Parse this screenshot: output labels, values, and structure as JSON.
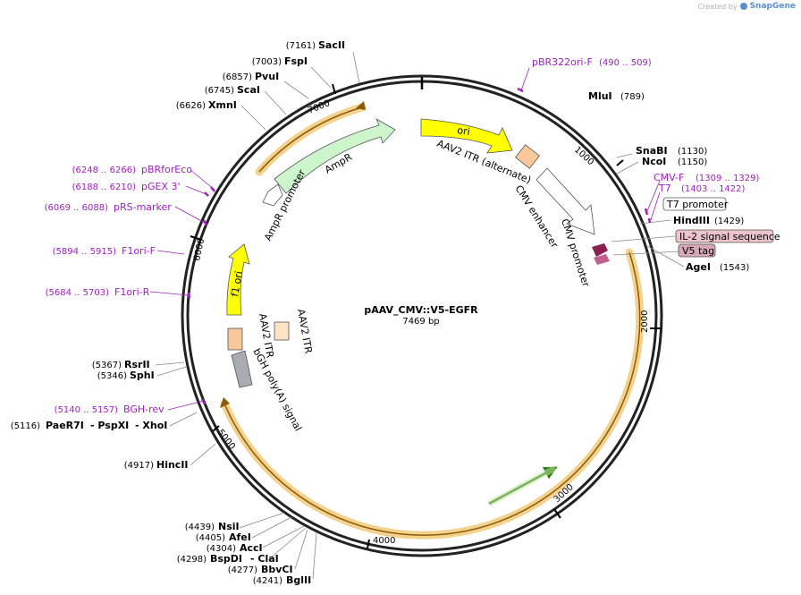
{
  "credit": {
    "created_by": "Created by",
    "brand": "SnapGene"
  },
  "plasmid": {
    "name": "pAAV_CMV::V5-EGFR",
    "size": "7469 bp"
  },
  "ticks": [
    "1000",
    "2000",
    "3000",
    "4000",
    "5000",
    "6000",
    "7000"
  ],
  "sites": [
    {
      "name": "SacII",
      "coord": "(7161)"
    },
    {
      "name": "FspI",
      "coord": "(7003)"
    },
    {
      "name": "PvuI",
      "coord": "(6857)"
    },
    {
      "name": "ScaI",
      "coord": "(6745)"
    },
    {
      "name": "XmnI",
      "coord": "(6626)"
    },
    {
      "name": "MluI",
      "coord": "(789)"
    },
    {
      "name": "SnaBI",
      "coord": "(1130)"
    },
    {
      "name": "NcoI",
      "coord": "(1150)"
    },
    {
      "name": "HindIII",
      "coord": "(1429)"
    },
    {
      "name": "AgeI",
      "coord": "(1543)"
    },
    {
      "name": "RsrII",
      "coord": "(5367)"
    },
    {
      "name": "SphI",
      "coord": "(5346)"
    },
    {
      "name": "PaeR7I",
      "coord": "(5116)",
      "extra": [
        "PspXI",
        "XhoI"
      ]
    },
    {
      "name": "HincII",
      "coord": "(4917)"
    },
    {
      "name": "NsiI",
      "coord": "(4439)"
    },
    {
      "name": "AfeI",
      "coord": "(4405)"
    },
    {
      "name": "AccI",
      "coord": "(4304)"
    },
    {
      "name": "BspDI",
      "coord": "(4298)",
      "extra": [
        "ClaI"
      ]
    },
    {
      "name": "BbvCI",
      "coord": "(4277)"
    },
    {
      "name": "BglII",
      "coord": "(4241)"
    }
  ],
  "primers": [
    {
      "name": "pBR322ori-F",
      "range": "(490 .. 509)"
    },
    {
      "name": "CMV-F",
      "range": "(1309 .. 1329)"
    },
    {
      "name": "T7",
      "range": "(1403 .. 1422)"
    },
    {
      "name": "pBRforEco",
      "range": "(6248 .. 6266)"
    },
    {
      "name": "pGEX 3'",
      "range": "(6188 .. 6210)"
    },
    {
      "name": "pRS-marker",
      "range": "(6069 .. 6088)"
    },
    {
      "name": "F1ori-F",
      "range": "(5894 .. 5915)"
    },
    {
      "name": "F1ori-R",
      "range": "(5684 .. 5703)"
    },
    {
      "name": "BGH-rev",
      "range": "(5140 .. 5157)"
    }
  ],
  "features": {
    "ori": "ori",
    "itr_alt": "AAV2 ITR (alternate)",
    "cmv_enhancer": "CMV enhancer",
    "cmv_promoter": "CMV promoter",
    "ampr": "AmpR",
    "ampr_promoter": "AmpR promoter",
    "f1_ori": "f1 ori",
    "itr_left": "AAV2 ITR",
    "itr_right": "AAV2 ITR",
    "bgh": "bGH poly(A) signal",
    "t7_promoter": "T7 promoter",
    "il2": "IL-2 signal sequence",
    "v5": "V5 tag"
  },
  "colors": {
    "ori": "#ffff00",
    "itr": "#f8c89a",
    "ampr": "#ccf5cc",
    "cmv": "#ffffff",
    "bgh": "#a8acb0",
    "orf_halo": "#f3cd7e",
    "orf_line": "#8a5a10",
    "green_arrow": "#2f7d10",
    "primer": "#a020c0",
    "il2_fill": "#ecc2cf",
    "v5_fill": "#d9a8b8",
    "il2_arrow": "#8a2050"
  }
}
